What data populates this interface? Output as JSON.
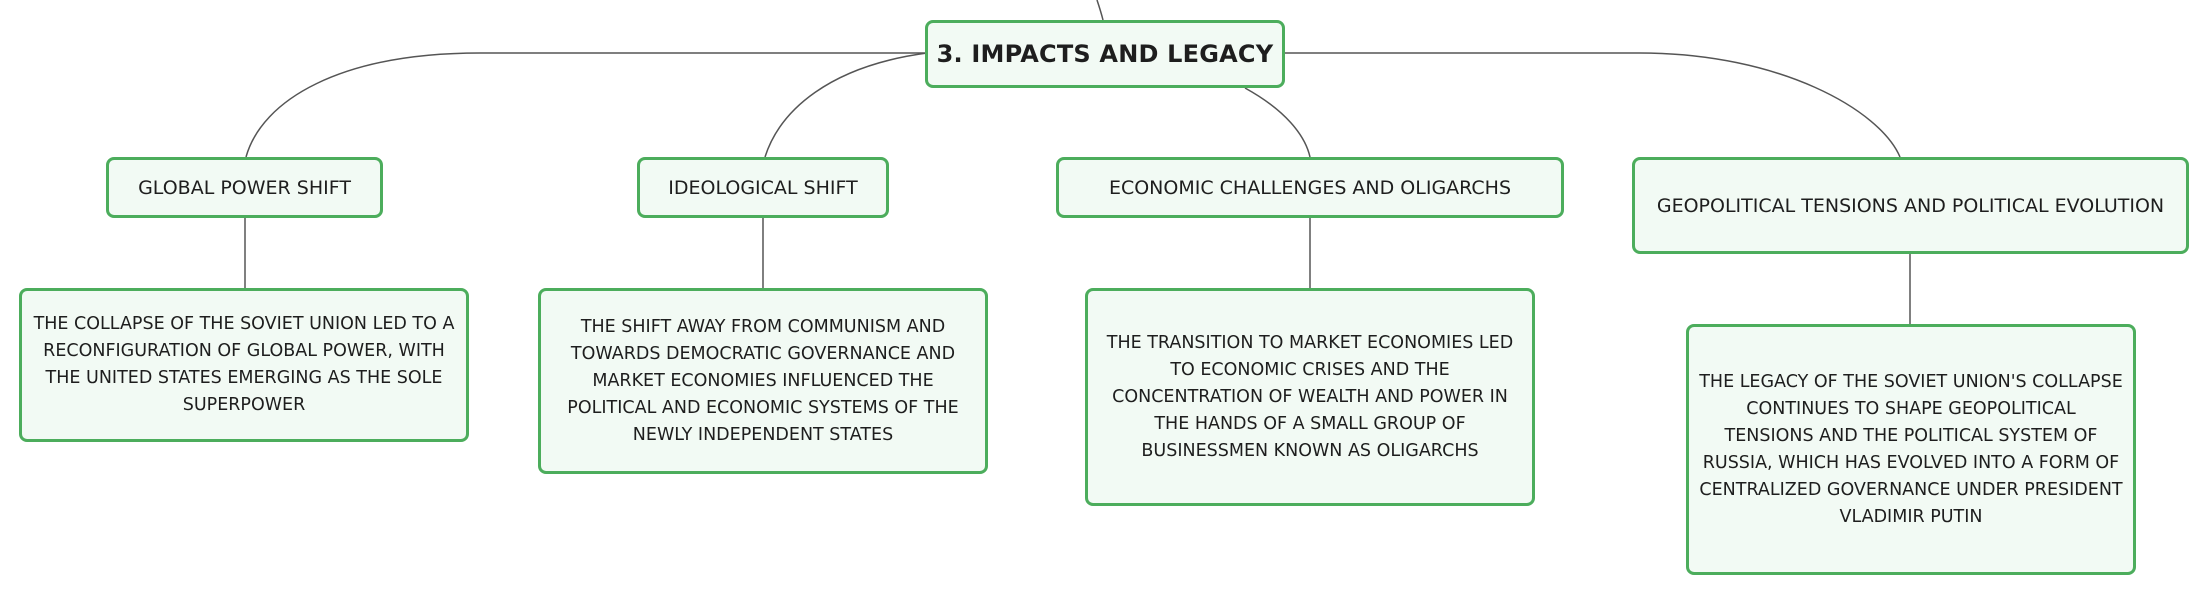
{
  "root": {
    "label": "3. IMPACTS AND LEGACY"
  },
  "branches": [
    {
      "label": "GLOBAL POWER SHIFT",
      "detail": "THE COLLAPSE OF THE SOVIET UNION LED TO A RECONFIGURATION OF GLOBAL POWER, WITH THE UNITED STATES EMERGING AS THE SOLE SUPERPOWER"
    },
    {
      "label": "IDEOLOGICAL SHIFT",
      "detail": "THE SHIFT AWAY FROM COMMUNISM AND TOWARDS DEMOCRATIC GOVERNANCE AND MARKET ECONOMIES INFLUENCED THE POLITICAL AND ECONOMIC SYSTEMS OF THE NEWLY INDEPENDENT STATES"
    },
    {
      "label": "ECONOMIC CHALLENGES AND OLIGARCHS",
      "detail": "THE TRANSITION TO MARKET ECONOMIES LED TO ECONOMIC CRISES AND THE CONCENTRATION OF WEALTH AND POWER IN THE HANDS OF A SMALL GROUP OF BUSINESSMEN KNOWN AS OLIGARCHS"
    },
    {
      "label": "GEOPOLITICAL TENSIONS AND POLITICAL EVOLUTION",
      "detail": "THE LEGACY OF THE SOVIET UNION'S COLLAPSE CONTINUES TO SHAPE GEOPOLITICAL TENSIONS AND THE POLITICAL SYSTEM OF RUSSIA, WHICH HAS EVOLVED INTO A FORM OF CENTRALIZED GOVERNANCE UNDER PRESIDENT VLADIMIR PUTIN"
    }
  ],
  "colors": {
    "node_border": "#4cad5c",
    "node_fill": "#f2faf4",
    "connector": "#555555"
  }
}
